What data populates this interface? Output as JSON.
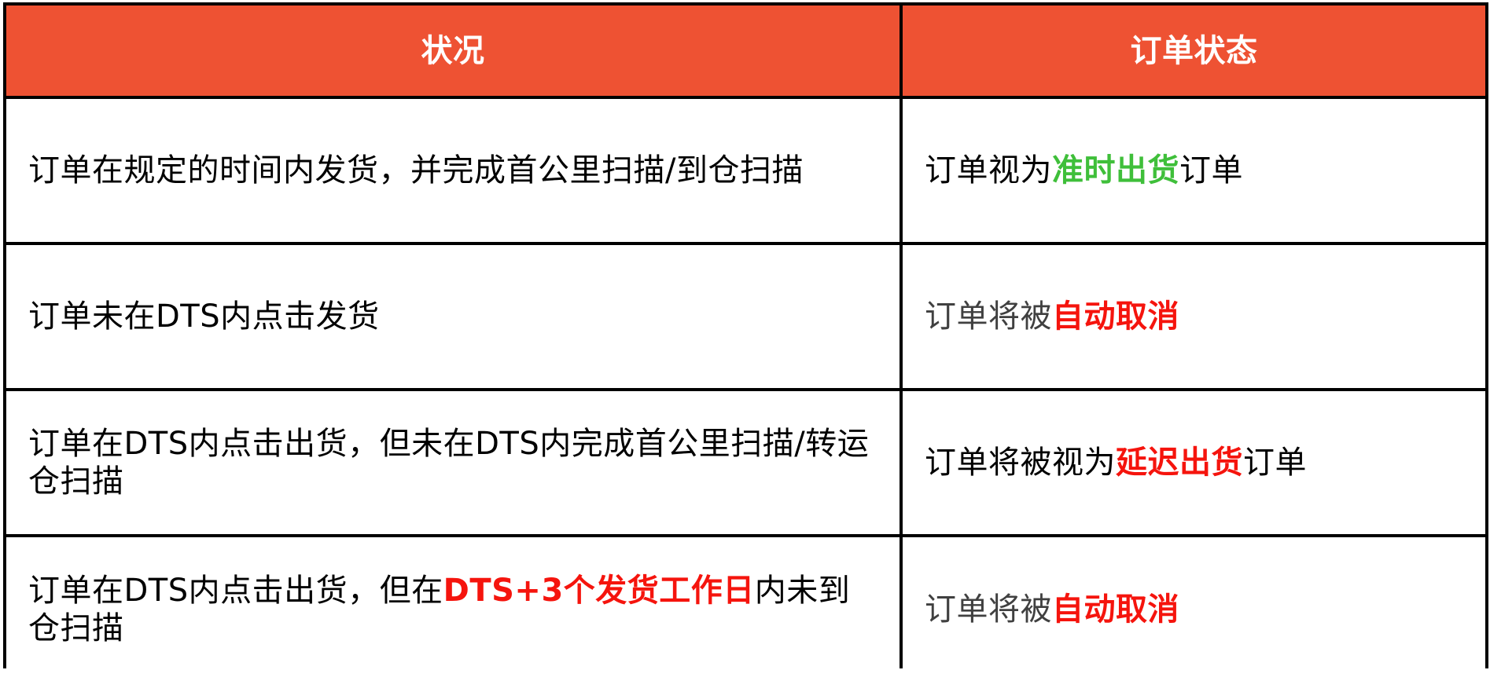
{
  "table": {
    "headers": {
      "situation": "状况",
      "order_status": "订单状态"
    },
    "rows": [
      {
        "situation": {
          "text": "订单在规定的时间内发货，并完成首公里扫描/到仓扫描"
        },
        "status": {
          "prefix": "订单视为",
          "highlight": "准时出货",
          "suffix": "订单",
          "highlight_color": "#3FBF3A"
        }
      },
      {
        "situation": {
          "text": "订单未在DTS内点击发货"
        },
        "status": {
          "prefix": "订单将被",
          "highlight": "自动取消",
          "suffix": "",
          "highlight_color": "#F5140D"
        }
      },
      {
        "situation": {
          "text": "订单在DTS内点击出货，但未在DTS内完成首公里扫描/转运仓扫描"
        },
        "status": {
          "prefix": "订单将被视为",
          "highlight": "延迟出货",
          "suffix": "订单",
          "highlight_color": "#F5140D"
        }
      },
      {
        "situation": {
          "prefix": "订单在DTS内点击出货，但在",
          "highlight": "DTS+3个发货工作日",
          "suffix": "内未到仓扫描",
          "highlight_color": "#F5140D"
        },
        "status": {
          "prefix": "订单将被",
          "highlight": "自动取消",
          "suffix": "",
          "highlight_color": "#F5140D"
        }
      }
    ],
    "header_color": "#EE5233"
  }
}
